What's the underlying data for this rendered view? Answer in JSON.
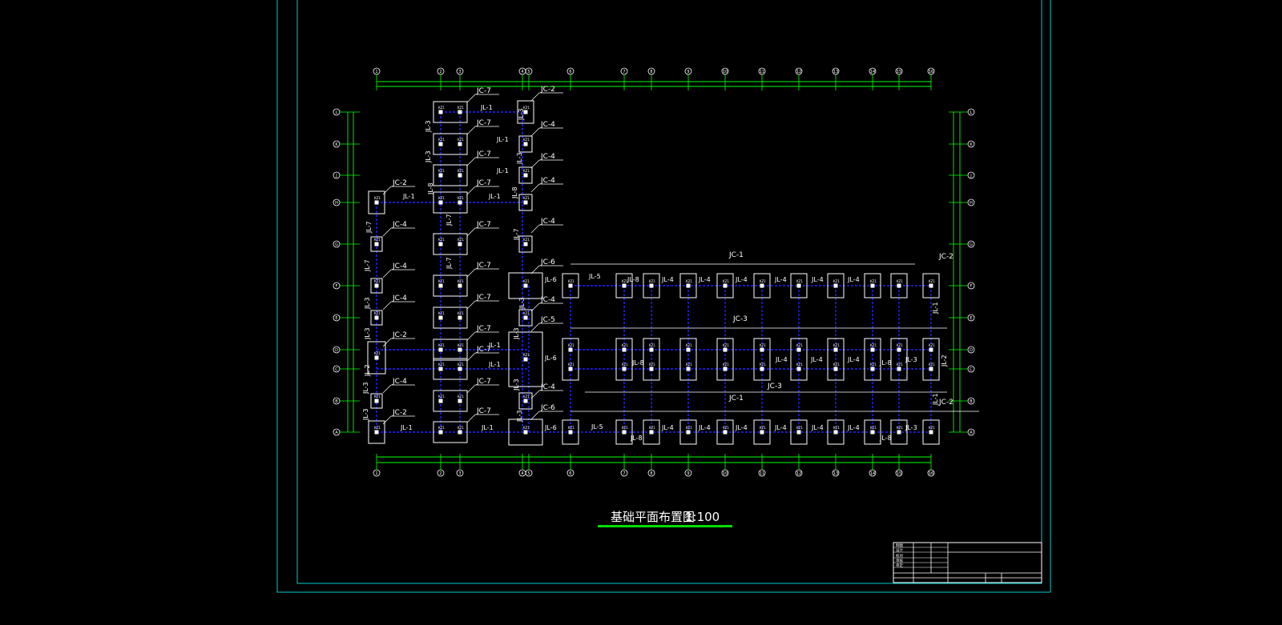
{
  "drawing": {
    "title": "基础平面布置图",
    "scale": "1:100",
    "colors": {
      "background": "#000000",
      "frame": "#00cccc",
      "dimension": "#00ff00",
      "footing": "#ffffff",
      "beam": "#2222ff",
      "title_underline": "#00dd00"
    }
  },
  "axes": {
    "top_numbers": [
      "1",
      "2",
      "3",
      "4",
      "5",
      "6",
      "7",
      "8",
      "9",
      "10",
      "11",
      "12",
      "13",
      "14",
      "15",
      "16"
    ],
    "left_numbers": [
      "A",
      "B",
      "C",
      "D",
      "E",
      "F",
      "G",
      "H",
      "J",
      "K",
      "L"
    ],
    "right_numbers": [
      "A",
      "B",
      "C",
      "D",
      "E",
      "F",
      "G",
      "H",
      "J",
      "K",
      "L"
    ]
  },
  "labels": {
    "col_a": [
      "JC-2",
      "JC-4",
      "JC-4",
      "JC-4",
      "JC-2",
      "JC-4",
      "JC-2"
    ],
    "col_b": [
      "JC-7",
      "JC-7",
      "JC-7",
      "JC-7",
      "JC-7",
      "JC-7",
      "JC-7",
      "JC-7",
      "JC-7",
      "JC-7",
      "JC-7"
    ],
    "col_c": [
      "JC-2",
      "JC-4",
      "JC-4",
      "JC-4",
      "JC-4",
      "JC-6",
      "JC-4",
      "JC-5",
      "JC-4",
      "JC-6"
    ],
    "row_jc": [
      "JC-1",
      "JC-3",
      "JC-3",
      "JC-1",
      "JC-2",
      "JC-2"
    ],
    "beams": [
      "JL-1",
      "JL-2",
      "JL-3",
      "JL-4",
      "JL-5",
      "JL-6",
      "JL-7",
      "JL-8"
    ],
    "column_mark": "KZ1"
  },
  "title_block": {
    "cells": [
      "制图",
      "设计",
      "校对",
      "审核",
      "审定"
    ]
  }
}
